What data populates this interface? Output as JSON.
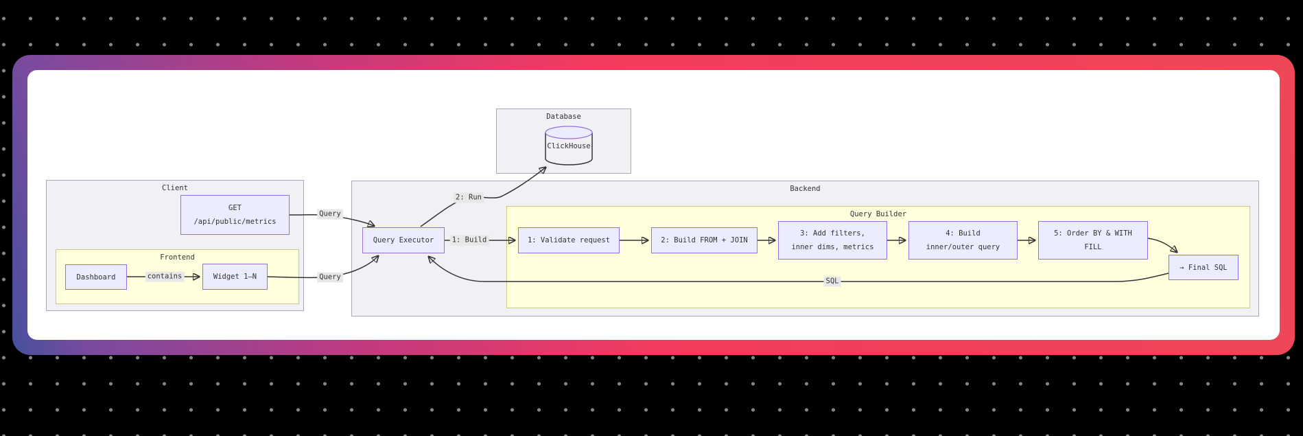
{
  "diagram": {
    "clusters": {
      "client": {
        "title": "Client"
      },
      "frontend": {
        "title": "Frontend"
      },
      "backend": {
        "title": "Backend"
      },
      "query_builder": {
        "title": "Query Builder"
      },
      "database": {
        "title": "Database"
      }
    },
    "nodes": {
      "get_endpoint": {
        "line1": "GET",
        "line2": "/api/public/metrics"
      },
      "dashboard": {
        "label": "Dashboard"
      },
      "widget": {
        "label": "Widget 1–N"
      },
      "query_executor": {
        "label": "Query Executor"
      },
      "clickhouse": {
        "label": "ClickHouse"
      },
      "validate": {
        "label": "1: Validate request"
      },
      "from_join": {
        "label": "2: Build FROM + JOIN"
      },
      "filters": {
        "line1": "3: Add filters,",
        "line2": "inner dims, metrics"
      },
      "inner_outer": {
        "line1": "4: Build",
        "line2": "inner/outer query"
      },
      "order_by": {
        "line1": "5: Order BY & WITH",
        "line2": "FILL"
      },
      "final_sql": {
        "label": "→ Final SQL"
      }
    },
    "edge_labels": {
      "query_get": "Query",
      "query_widget": "Query",
      "build": "1: Build",
      "run": "2: Run",
      "sql": "SQL",
      "contains": "contains"
    },
    "colors": {
      "node_fill": "#ECECFF",
      "node_border": "#9370DB",
      "cluster_gray_fill": "#f1f1f5",
      "cluster_yellow_fill": "#ffffde",
      "edge_stroke": "#333333",
      "edge_label_bg": "#e8e8e8",
      "border_gradient": [
        "#46519e",
        "#7b4a9f",
        "#c23a80",
        "#f43b5f",
        "#ee4757"
      ],
      "background": "#000000"
    }
  }
}
